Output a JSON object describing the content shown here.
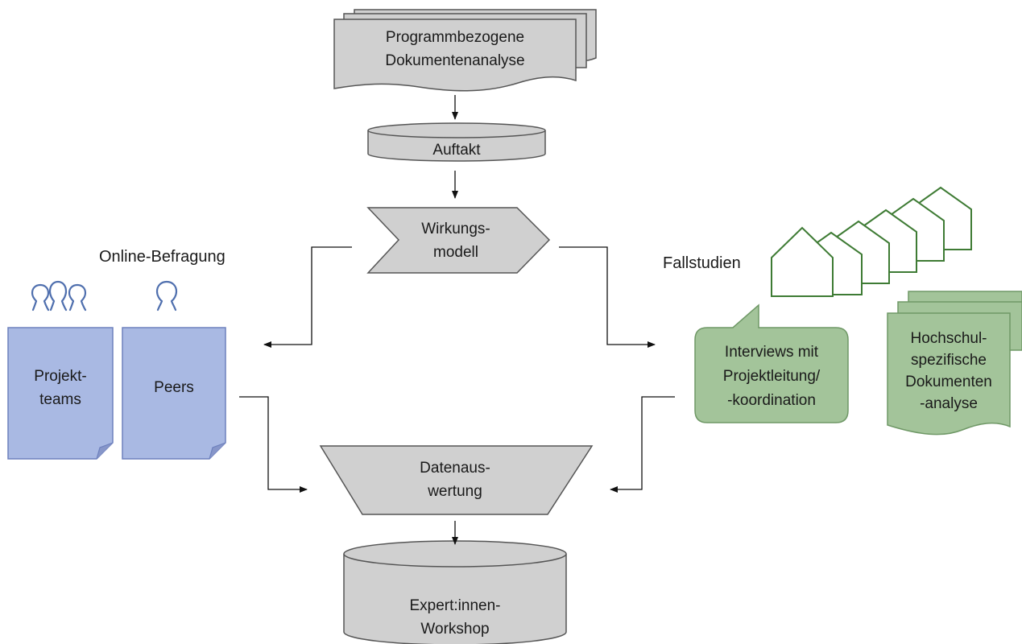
{
  "diagram": {
    "doc_analysis": [
      "Programmbezogene",
      "Dokumentenanalyse"
    ],
    "kickoff": [
      "Auftakt"
    ],
    "impact_model": [
      "Wirkungs-",
      "modell"
    ],
    "survey_label": "Online-Befragung",
    "project_teams": [
      "Projekt-",
      "teams"
    ],
    "peers": [
      "Peers"
    ],
    "case_studies_label": "Fallstudien",
    "interviews": [
      "Interviews mit",
      "Projektleitung/",
      "-koordination"
    ],
    "hs_doc_analysis": [
      "Hochschul-",
      "spezifische",
      "Dokumenten",
      "-analyse"
    ],
    "data_analysis": [
      "Datenaus-",
      "wertung"
    ],
    "workshop": [
      "Expert:innen-",
      "Workshop"
    ]
  },
  "colors": {
    "grey_fill": "#d0d0d0",
    "grey_stroke": "#555555",
    "blue_fill": "#a9b9e3",
    "blue_stroke": "#6d80bd",
    "green_fill": "#a3c49a",
    "green_stroke": "#6f9866",
    "house_stroke": "#3e7b34",
    "person_stroke": "#4f6fae"
  }
}
